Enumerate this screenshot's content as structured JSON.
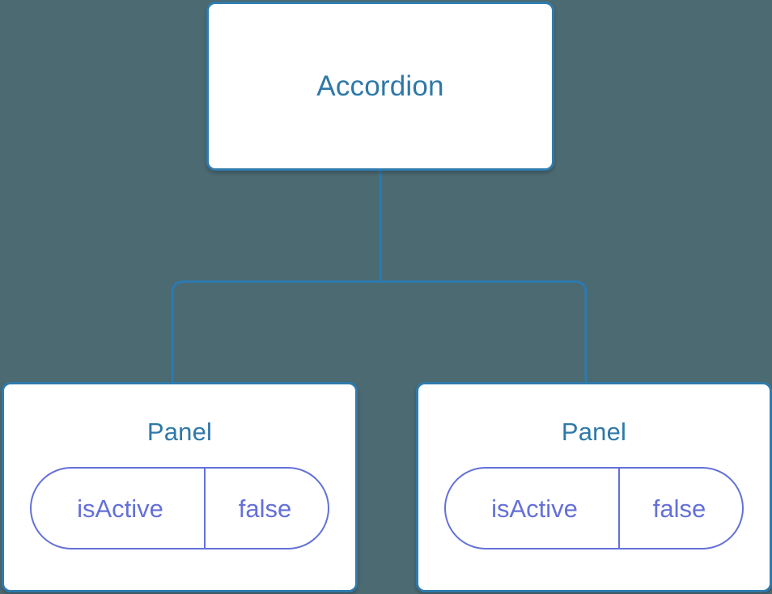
{
  "canvas": {
    "background_color": "#4c6a72",
    "node_border_color": "#2f7bad",
    "node_fill_color": "#ffffff",
    "node_title_color": "#2f78a8",
    "edge_color": "#2b7ab0",
    "prop_color": "#6470d8"
  },
  "tree": {
    "root": {
      "title": "Accordion"
    },
    "children": [
      {
        "title": "Panel",
        "props": [
          {
            "key": "isActive",
            "value": "false"
          }
        ]
      },
      {
        "title": "Panel",
        "props": [
          {
            "key": "isActive",
            "value": "false"
          }
        ]
      }
    ]
  }
}
